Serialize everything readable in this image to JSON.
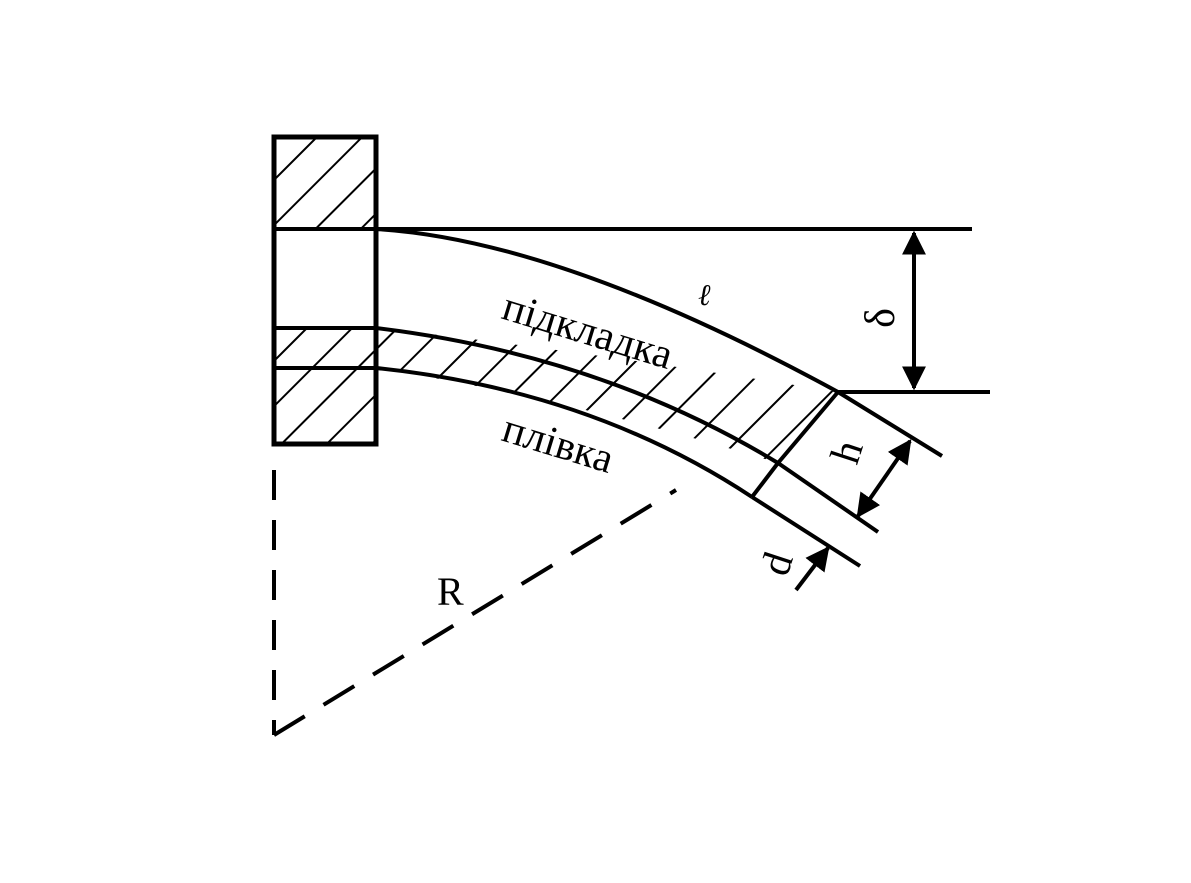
{
  "labels": {
    "substrate": "підкладка",
    "film": "плівка",
    "length": "ℓ",
    "deflection": "δ",
    "substrate_thickness": "h",
    "film_thickness": "d",
    "radius": "R"
  },
  "colors": {
    "stroke": "#000000",
    "background": "#ffffff"
  }
}
